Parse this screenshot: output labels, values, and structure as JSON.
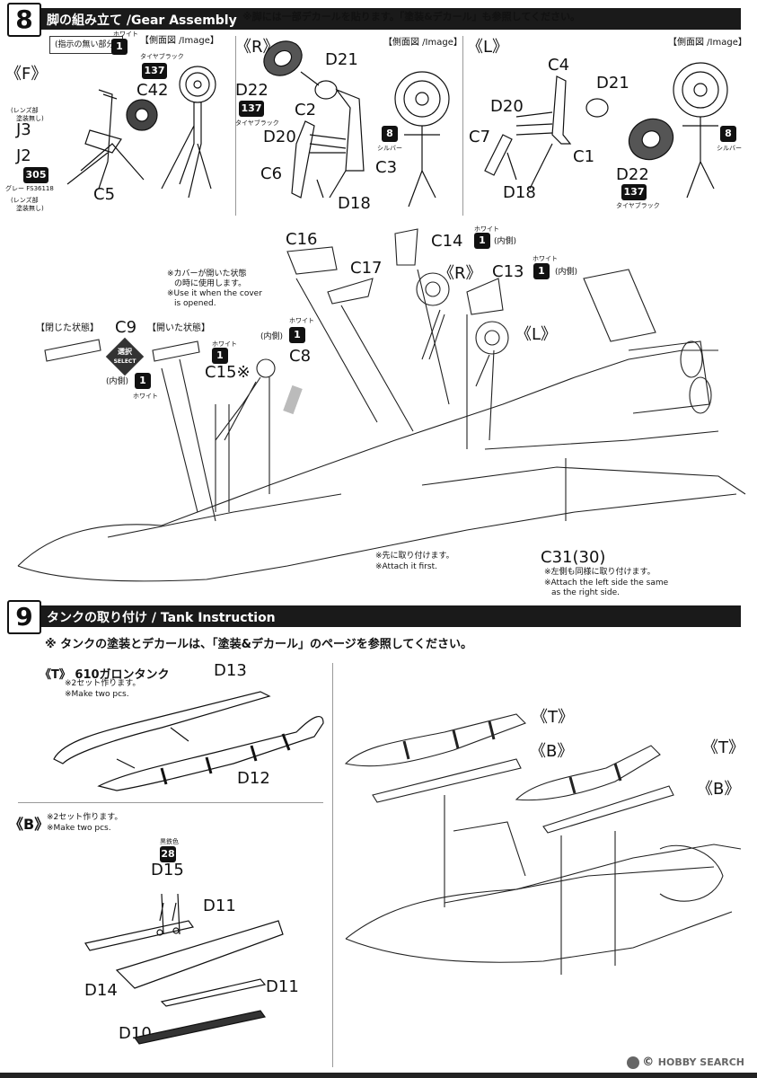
{
  "step8": {
    "number": "8",
    "title": "脚の組み立て /Gear Assembly",
    "note": "※脚には一部デカールを貼ります。「塗装&デカール」も参照してください。",
    "no_instruction_note": "(指示の無い部分)",
    "white_label": "ホワイト",
    "white_code": "1",
    "side_view_label": "【側面図 /Image】",
    "front": {
      "label": "《F》",
      "parts": {
        "c42": "C42",
        "j3": "J3",
        "j2": "J2",
        "c5": "C5"
      },
      "tire_black_label": "タイヤブラック",
      "tire_black_code": "137",
      "lens_note_1a": "(レンズ部",
      "lens_note_1b": "塗装無し)",
      "lens_note_2a": "(レンズ部",
      "lens_note_2b": "塗装無し)",
      "gray_code": "305",
      "gray_label": "グレー FS36118"
    },
    "right": {
      "label": "《R》",
      "parts": {
        "d21": "D21",
        "d22": "D22",
        "c2": "C2",
        "d20": "D20",
        "c6": "C6",
        "c3": "C3",
        "d18": "D18"
      },
      "tire_black_code": "137",
      "tire_black_label": "タイヤブラック",
      "silver_code": "8",
      "silver_label": "シルバー"
    },
    "left": {
      "label": "《L》",
      "parts": {
        "c4": "C4",
        "d21": "D21",
        "d20": "D20",
        "c7": "C7",
        "c1": "C1",
        "d18": "D18",
        "d22": "D22"
      },
      "silver_code": "8",
      "silver_label": "シルバー",
      "tire_black_code": "137",
      "tire_black_label": "タイヤブラック"
    },
    "assembly": {
      "c16": "C16",
      "c14": "C14",
      "c14_white": "ホワイト",
      "c14_code": "1",
      "c14_side": "(内側)",
      "c17": "C17",
      "r_label": "《R》",
      "c13": "C13",
      "c13_white": "ホワイト",
      "c13_code": "1",
      "c13_side": "(内側)",
      "l_label": "《L》",
      "cover_note_jp1": "※カバーが開いた状態",
      "cover_note_jp2": "の時に使用します。",
      "cover_note_en1": "※Use it when the cover",
      "cover_note_en2": "is opened.",
      "closed_state": "【閉じた状態】",
      "c9": "C9",
      "open_state": "【開いた状態】",
      "select_jp": "選択",
      "select_en": "SELECT",
      "inner_1": "(内側)",
      "white_1": "ホワイト",
      "code_1": "1",
      "c15": "C15※",
      "c15_white": "ホワイト",
      "c15_code": "1",
      "c8_side": "(内側)",
      "c8_white": "ホワイト",
      "c8_code": "1",
      "c8": "C8",
      "attach_first_jp": "※先に取り付けます。",
      "attach_first_en": "※Attach it first.",
      "c31": "C31(30)",
      "same_note_jp": "※左側も同様に取り付けます。",
      "same_note_en1": "※Attach the left side the same",
      "same_note_en2": "as the right side."
    }
  },
  "step9": {
    "number": "9",
    "title": "タンクの取り付け / Tank Instruction",
    "subnote": "※ タンクの塗装とデカールは、「塗装&デカール」のページを参照してください。",
    "tank_label": "《T》 610ガロンタンク",
    "tank_note_jp": "※2セット作ります。",
    "tank_note_en": "※Make two pcs.",
    "d13": "D13",
    "d12": "D12",
    "b_label": "《B》",
    "b_note_jp": "※2セット作ります。",
    "b_note_en": "※Make two pcs.",
    "black_iron_label": "黒鉄色",
    "black_iron_code": "28",
    "d15": "D15",
    "d11a": "D11",
    "d14": "D14",
    "d11b": "D11",
    "d10": "D10",
    "assembly_labels": {
      "t1": "《T》",
      "b1": "《B》",
      "t2": "《T》",
      "b2": "《B》"
    }
  },
  "watermark": {
    "brand": "HOBBY SEARCH",
    "mark": "©"
  }
}
